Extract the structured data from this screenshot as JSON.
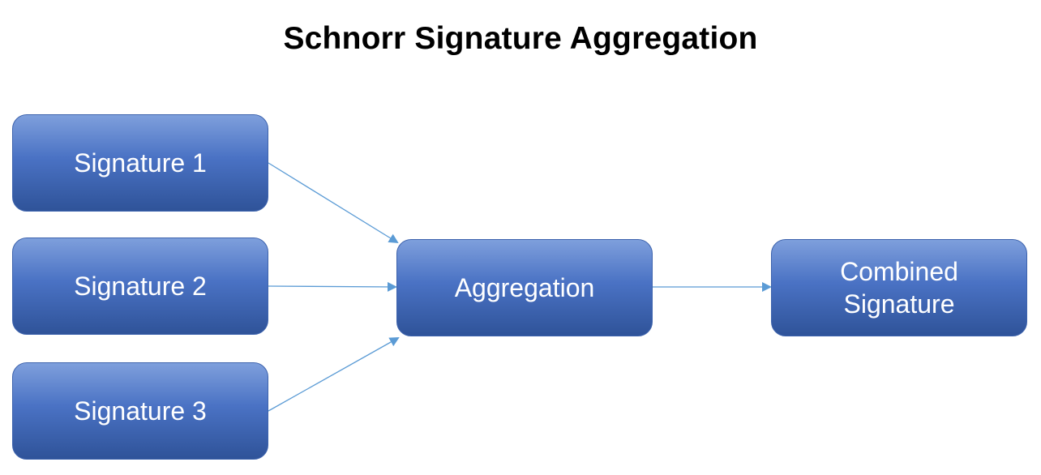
{
  "title": "Schnorr Signature Aggregation",
  "nodes": {
    "signature_1": "Signature 1",
    "signature_2": "Signature 2",
    "signature_3": "Signature 3",
    "aggregation": "Aggregation",
    "combined_signature": "Combined\nSignature"
  },
  "colors": {
    "node_top": "#7e9fdc",
    "node_bottom": "#2f5399",
    "arrow": "#5b9bd5"
  }
}
